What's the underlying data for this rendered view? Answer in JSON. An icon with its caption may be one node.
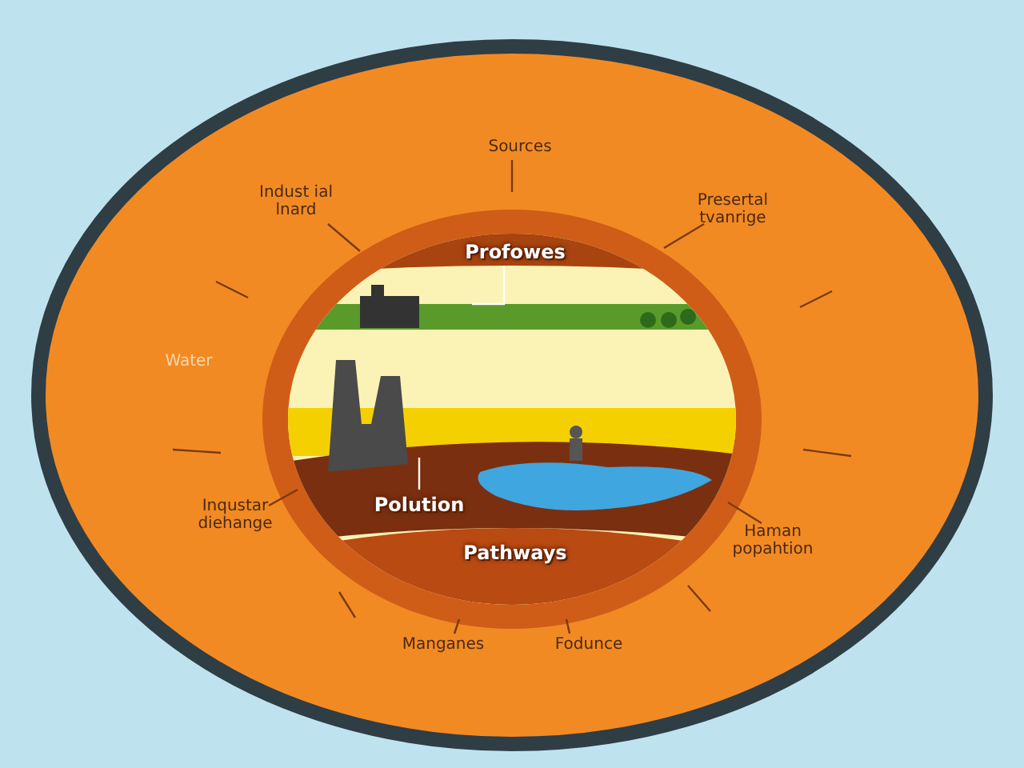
{
  "diagram": {
    "nodes": [
      {
        "text": [
          "Sources"
        ]
      },
      {
        "text": [
          "Indust ial lnard"
        ]
      },
      {
        "text": [
          "Presertal tvanrige"
        ]
      },
      {
        "text": [
          "Profowes"
        ]
      },
      {
        "text": [
          "Inqustar diehange"
        ]
      },
      {
        "text": [
          "Polution"
        ]
      },
      {
        "text": [
          "Haman popahtion"
        ]
      },
      {
        "text": [
          "Manganes"
        ]
      },
      {
        "text": [
          "Fodunce"
        ]
      }
    ],
    "edges": [
      {
        "from": 0,
        "to": null,
        "arrow": "none"
      },
      {
        "from": 1,
        "to": null,
        "arrow": "none"
      },
      {
        "from": 2,
        "to": null,
        "arrow": "none"
      },
      {
        "from": 3,
        "to": null,
        "arrow": "none",
        "color": "#ffffff"
      },
      {
        "from": 4,
        "to": null,
        "arrow": "none"
      },
      {
        "from": 5,
        "to": null,
        "arrow": "none",
        "color": "#ffffff"
      },
      {
        "from": 6,
        "to": null,
        "arrow": "none"
      },
      {
        "from": 7,
        "to": null,
        "arrow": "none"
      },
      {
        "from": 8,
        "to": null,
        "arrow": "none"
      }
    ],
    "labels": [
      "Water",
      "Pathways"
    ]
  }
}
